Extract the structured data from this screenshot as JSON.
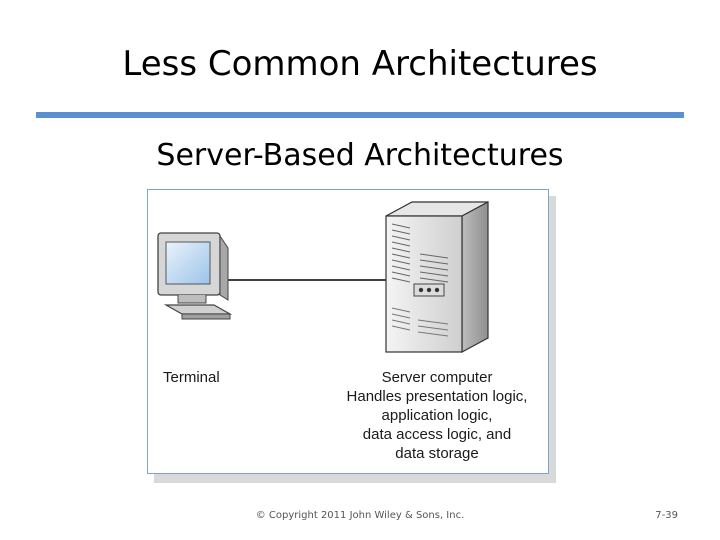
{
  "slide": {
    "title": "Less Common Architectures",
    "subtitle": "Server-Based Architectures"
  },
  "diagram": {
    "terminal_label": "Terminal",
    "server_label_lines": [
      "Server computer",
      "Handles presentation logic,",
      "application logic,",
      "data access logic, and",
      "data storage"
    ],
    "icons": [
      "terminal-monitor-icon",
      "server-tower-icon"
    ]
  },
  "footer": {
    "copyright": "© Copyright 2011 John Wiley & Sons, Inc.",
    "page": "7-39"
  },
  "colors": {
    "rule": "#5b8fd0",
    "figure_border": "#7aa3cf"
  }
}
